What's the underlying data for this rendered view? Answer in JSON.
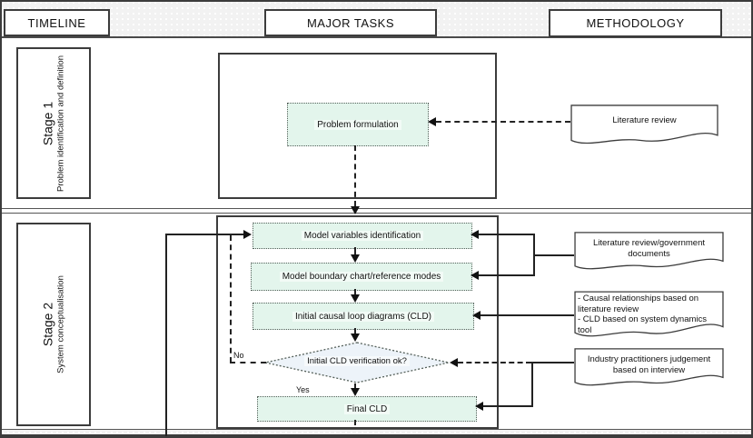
{
  "header": {
    "columns": [
      {
        "label": "TIMELINE"
      },
      {
        "label": "MAJOR TASKS"
      },
      {
        "label": "METHODOLOGY"
      }
    ]
  },
  "stages": [
    {
      "name": "Stage 1",
      "description": "Problem identification and definition",
      "tasks": [
        {
          "label": "Problem formulation"
        }
      ],
      "methods": [
        {
          "label": "Literature review"
        }
      ]
    },
    {
      "name": "Stage 2",
      "description": "System conceptualisation",
      "tasks": [
        {
          "label": "Model variables identification"
        },
        {
          "label": "Model boundary chart/reference modes"
        },
        {
          "label": "Initial causal loop diagrams (CLD)"
        },
        {
          "label": "Initial CLD verification ok?",
          "type": "decision"
        },
        {
          "label": "Final CLD"
        }
      ],
      "decision_labels": {
        "no": "No",
        "yes": "Yes"
      },
      "methods": [
        {
          "lines": [
            "Literature review/government",
            "documents"
          ]
        },
        {
          "lines": [
            "- Causal relationships based on",
            "literature review",
            "- CLD based on system dynamics",
            "tool"
          ]
        },
        {
          "lines": [
            "Industry practitioners judgement",
            "based on interview"
          ]
        }
      ]
    }
  ],
  "colors": {
    "task_fill": "#e3f5ec",
    "decision_fill": "#edf3f9",
    "line": "#222222",
    "header_band": "#f2f2f2"
  }
}
